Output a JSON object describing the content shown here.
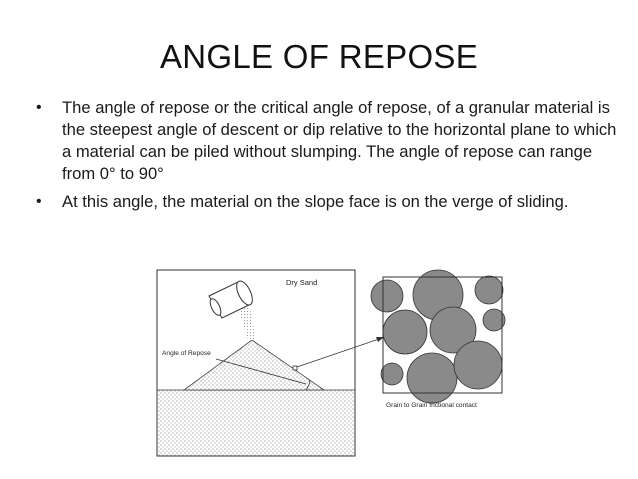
{
  "slide": {
    "title": "ANGLE OF REPOSE",
    "bullets": [
      "The angle of repose or the critical angle of repose,  of a granular material is the steepest angle of descent or dip relative to the horizontal plane to which a material can be piled without slumping. The angle of repose can range from 0° to 90°",
      "At this angle, the material on the slope face is on the verge of sliding."
    ]
  },
  "figure": {
    "label_dry_sand": "Dry Sand",
    "label_angle": "Angle of Repose",
    "label_contact": "Grain to Grain frictional contact"
  },
  "icons": [
    "bullet-dot-icon",
    "bucket-icon",
    "arrow-icon"
  ]
}
